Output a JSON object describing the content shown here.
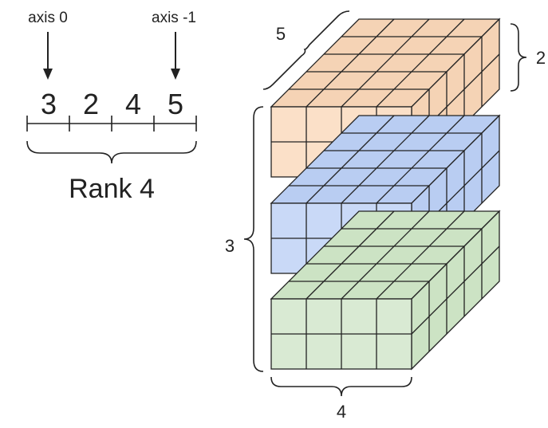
{
  "rank_diagram": {
    "axis_first_label": "axis 0",
    "axis_last_label": "axis -1",
    "dims": [
      "3",
      "2",
      "4",
      "5"
    ],
    "rank_label": "Rank 4"
  },
  "tensor": {
    "depth_label": "5",
    "height_label": "2",
    "blocks_label": "3",
    "width_label": "4",
    "blocks": [
      {
        "name": "top-block",
        "face": "#fbe0c8",
        "side": "#f5d3b5"
      },
      {
        "name": "middle-block",
        "face": "#c9d9f7",
        "side": "#b9cdf2"
      },
      {
        "name": "bottom-block",
        "face": "#d9ead3",
        "side": "#cce3c4"
      }
    ],
    "grid_color": "#222222"
  }
}
